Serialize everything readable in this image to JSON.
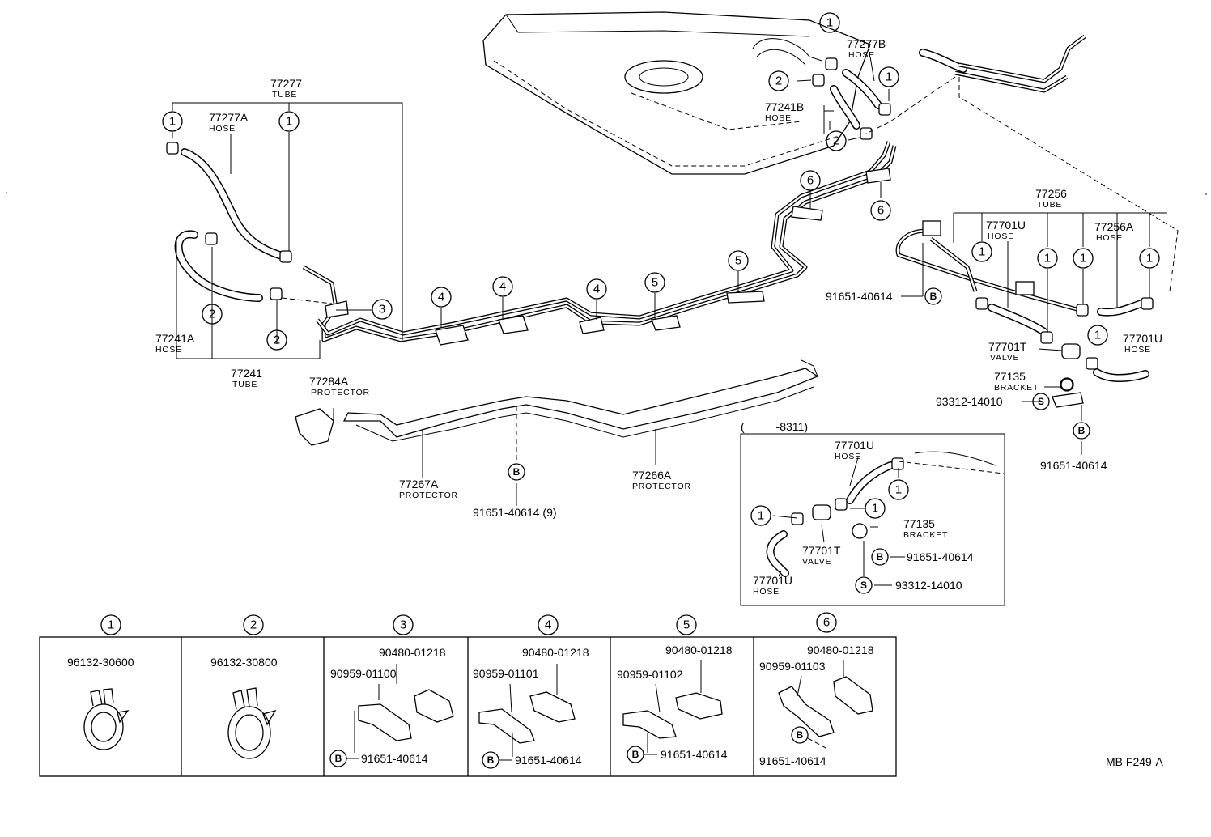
{
  "labels": {
    "l77277": {
      "code": "77277",
      "desc": "TUBE"
    },
    "l77277a": {
      "code": "77277A",
      "desc": "HOSE"
    },
    "l77241a": {
      "code": "77241A",
      "desc": "HOSE"
    },
    "l77241": {
      "code": "77241",
      "desc": "TUBE"
    },
    "l77277b": {
      "code": "77277B",
      "desc": "HOSE"
    },
    "l77241b": {
      "code": "77241B",
      "desc": "HOSE"
    },
    "l77256": {
      "code": "77256",
      "desc": "TUBE"
    },
    "l77701u_a": {
      "code": "77701U",
      "desc": "HOSE"
    },
    "l77256a": {
      "code": "77256A",
      "desc": "HOSE"
    },
    "l77701t_a": {
      "code": "77701T",
      "desc": "VALVE"
    },
    "l77701u_b": {
      "code": "77701U",
      "desc": "HOSE"
    },
    "l77135_a": {
      "code": "77135",
      "desc": "BRACKET"
    },
    "l93312_a": {
      "code": "93312-14010",
      "desc": ""
    },
    "l91651_right": {
      "code": "91651-40614",
      "desc": ""
    },
    "l91651_bottom_right": {
      "code": "91651-40614",
      "desc": ""
    },
    "l77284a": {
      "code": "77284A",
      "desc": "PROTECTOR"
    },
    "l77267a": {
      "code": "77267A",
      "desc": "PROTECTOR"
    },
    "l77266a": {
      "code": "77266A",
      "desc": "PROTECTOR"
    },
    "l91651_9": {
      "code": "91651-40614 (9)",
      "desc": ""
    },
    "inset_range": {
      "code": "(          -8311)",
      "desc": ""
    },
    "l77701u_c": {
      "code": "77701U",
      "desc": "HOSE"
    },
    "l77135_b": {
      "code": "77135",
      "desc": "BRACKET"
    },
    "l77701t_b": {
      "code": "77701T",
      "desc": "VALVE"
    },
    "l91651_inset": {
      "code": "91651-40614",
      "desc": ""
    },
    "l77701u_d": {
      "code": "77701U",
      "desc": "HOSE"
    },
    "l93312_b": {
      "code": "93312-14010",
      "desc": ""
    }
  },
  "callouts": {
    "clip_numbers": [
      "1",
      "2",
      "3",
      "4",
      "5",
      "6"
    ],
    "bolt_letter": "B",
    "stud_letter": "S"
  },
  "parts_table": {
    "cells": [
      {
        "number": "1",
        "parts": [
          "96132-30600"
        ]
      },
      {
        "number": "2",
        "parts": [
          "96132-30800"
        ]
      },
      {
        "number": "3",
        "parts": [
          "90480-01218",
          "90959-01100",
          "91651-40614"
        ]
      },
      {
        "number": "4",
        "parts": [
          "90480-01218",
          "90959-01101",
          "91651-40614"
        ]
      },
      {
        "number": "5",
        "parts": [
          "90480-01218",
          "90959-01102",
          "91651-40614"
        ]
      },
      {
        "number": "6",
        "parts": [
          "90480-01218",
          "90959-01103",
          "91651-40614"
        ]
      }
    ]
  },
  "figure_code": "MB F249-A"
}
